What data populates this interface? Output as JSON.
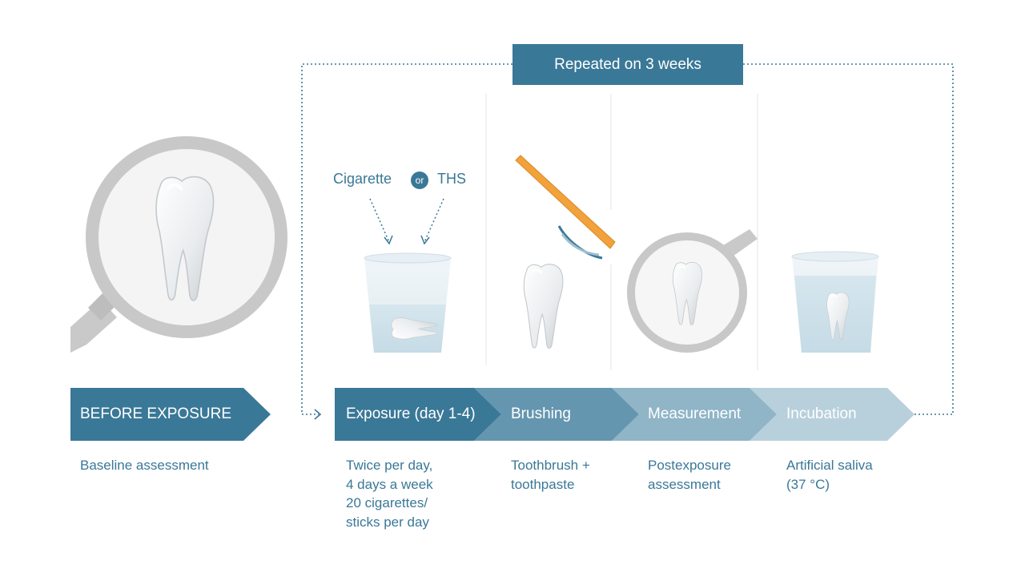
{
  "loop": {
    "banner": "Repeated on 3 weeks"
  },
  "before": {
    "title": "BEFORE EXPOSURE",
    "desc": "Baseline assessment"
  },
  "inputs": {
    "left": "Cigarette",
    "or": "or",
    "right": "THS"
  },
  "steps": [
    {
      "label": "Exposure (day 1-4)",
      "desc": [
        "Twice per day,",
        "4 days a week",
        "20 cigarettes/",
        "sticks per day"
      ],
      "color": "#3a7897"
    },
    {
      "label": "Brushing",
      "desc": [
        "Toothbrush +",
        "toothpaste"
      ],
      "color": "#6596b0"
    },
    {
      "label": "Measurement",
      "desc": [
        "Postexposure",
        "assessment"
      ],
      "color": "#8fb5c7"
    },
    {
      "label": "Incubation",
      "desc": [
        "Artificial saliva",
        "(37 °C)"
      ],
      "color": "#b8d0dc"
    }
  ],
  "colors": {
    "primary": "#3a7897",
    "loop_line": "#3a7897",
    "magnifier": "#c9c9c9"
  },
  "icons": [
    "magnifier-icon",
    "tooth-icon",
    "glass-icon",
    "toothbrush-icon"
  ]
}
